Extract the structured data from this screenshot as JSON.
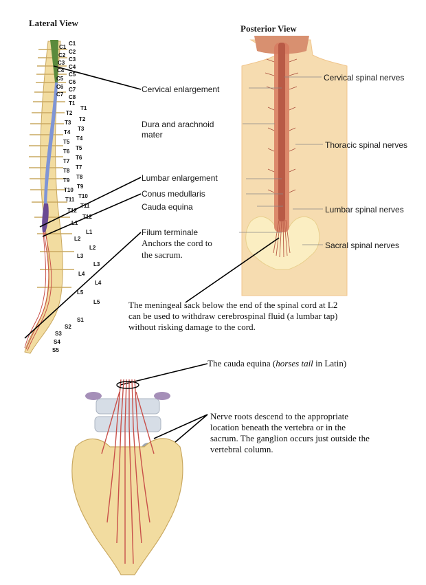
{
  "lateral_title": "Lateral View",
  "posterior_title": "Posterior View",
  "vertebra_labels_right": [
    "C1",
    "C2",
    "C3",
    "C4",
    "C5",
    "C6",
    "C7",
    "C8",
    "T1",
    "T2",
    "T3",
    "T4",
    "T5",
    "T6",
    "T7",
    "T8",
    "T9",
    "T10",
    "T11",
    "T12",
    "L1",
    "L2",
    "L3",
    "L4",
    "L5",
    "S1",
    "S2"
  ],
  "vertebra_labels_left": [
    "C1",
    "C2",
    "C3",
    "C4",
    "C5",
    "C6",
    "C7",
    "T1",
    "T2",
    "T3",
    "T4",
    "T5",
    "T6",
    "T7",
    "T8",
    "T9",
    "T10",
    "T11",
    "T12",
    "L1",
    "L2",
    "L3",
    "L4",
    "L5",
    "S3",
    "S4",
    "S5"
  ],
  "labels": {
    "cervical_enlargement": "Cervical enlargement",
    "dura_line1": "Dura and arachnoid",
    "dura_line2": "mater",
    "lumbar_enlargement": "Lumbar enlargement",
    "conus_medullaris": "Conus medullaris",
    "cauda_equina": "Cauda equina",
    "filum_terminale": "Filum terminale",
    "cervical_nerves": "Cervical spinal nerves",
    "thoracic_nerves": "Thoracic spinal nerves",
    "lumbar_nerves": "Lumbar spinal nerves",
    "sacral_nerves": "Sacral spinal nerves"
  },
  "notes": {
    "anchors_1": "Anchors the cord to",
    "anchors_2": "the sacrum.",
    "meningeal_1": "The meningeal sack below the end of the spinal cord at L2",
    "meningeal_2": "can be used to withdraw cerebrospinal fluid (a lumbar tap)",
    "meningeal_3": "without risking damage to the cord.",
    "cauda_prefix": "The cauda equina (",
    "cauda_italic": "horses tail",
    "cauda_suffix": " in Latin)",
    "roots_1": "Nerve roots descend to the appropriate",
    "roots_2": "location beneath the vertebra or in the",
    "roots_3": "sacrum.  The ganglion occurs just outside the",
    "roots_4": "vertebral column."
  },
  "colors": {
    "cervical_green": "#5a8a3c",
    "cord_blue": "#7f95d6",
    "lumbar_purple": "#6a4a93",
    "nerve_red": "#c8504a",
    "bone": "#f2dca0",
    "skin": "#f6dcb0",
    "skin_edge": "#f0c58c"
  }
}
